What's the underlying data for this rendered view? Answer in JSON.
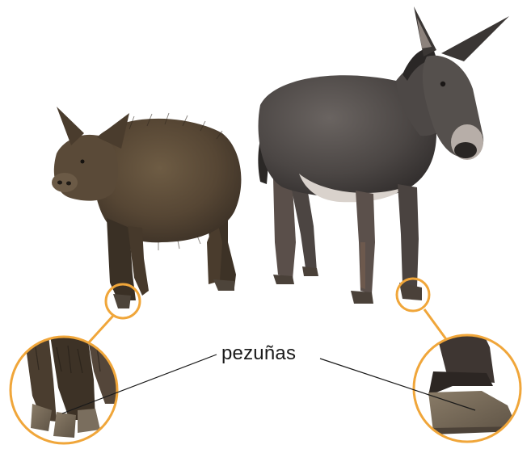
{
  "figure": {
    "label": "pezuñas",
    "colors": {
      "callout_ring": "#f0a63a",
      "leader_line": "#1a1a1a",
      "boar_fur": "#5b4a36",
      "donkey_coat": "#4f4a48",
      "donkey_belly": "#d9d2cc",
      "hoof": "#6f6354"
    },
    "subjects": [
      "boar",
      "donkey"
    ]
  }
}
